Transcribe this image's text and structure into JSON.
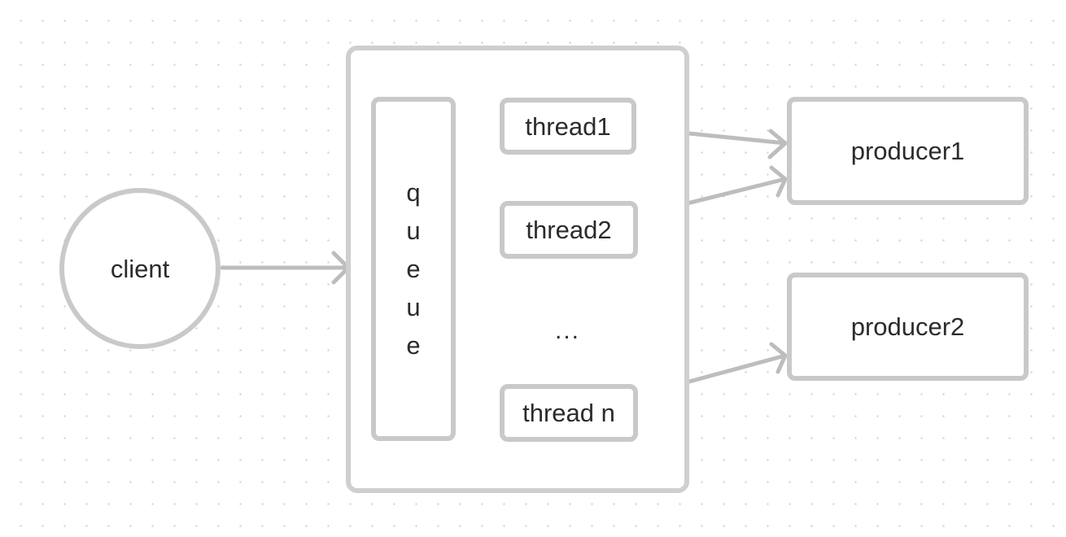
{
  "nodes": {
    "client": "client",
    "queue": [
      "q",
      "u",
      "e",
      "u",
      "e"
    ],
    "thread1": "thread1",
    "thread2": "thread2",
    "ellipsis": "...",
    "thread_n": "thread n",
    "producer1": "producer1",
    "producer2": "producer2"
  },
  "colors": {
    "node_border": "#c9c9c9",
    "edge": "#bdbdbd",
    "text": "#2b2b2b",
    "grid_dot": "#d9d9d9"
  }
}
